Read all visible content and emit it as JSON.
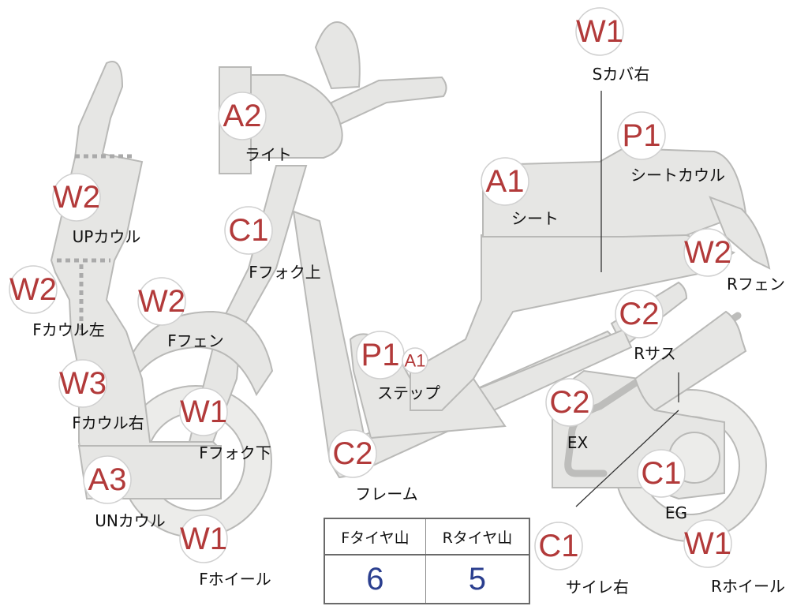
{
  "diagram": {
    "colors": {
      "part_fill": "#e6e6e4",
      "part_outline": "#b9b9b7",
      "code_text": "#b23a3a",
      "table_value": "#2b3f8f"
    },
    "parts": [
      {
        "code": "W1",
        "label": "Sカバ右"
      },
      {
        "code": "A2",
        "label": "ライト"
      },
      {
        "code": "P1",
        "label": "シートカウル"
      },
      {
        "code": "A1",
        "label": "シート"
      },
      {
        "code": "W2",
        "label": "UPカウル"
      },
      {
        "code": "C1",
        "label": "Fフォク上"
      },
      {
        "code": "W2",
        "label": "Fカウル左"
      },
      {
        "code": "W2",
        "label": "Fフェン"
      },
      {
        "code": "W2",
        "label": "Rフェン"
      },
      {
        "code": "C2",
        "label": "Rサス"
      },
      {
        "code": "P1",
        "code2": "A1",
        "label": "ステップ"
      },
      {
        "code": "W3",
        "label": "Fカウル右"
      },
      {
        "code": "W1",
        "label": "Fフォク下"
      },
      {
        "code": "C2",
        "label": "EX"
      },
      {
        "code": "C2",
        "label": "フレーム"
      },
      {
        "code": "A3",
        "label": "UNカウル"
      },
      {
        "code": "C1",
        "label": "EG"
      },
      {
        "code": "W1",
        "label": "Fホイール"
      },
      {
        "code": "C1",
        "label": "サイレ右"
      },
      {
        "code": "W1",
        "label": "Rホイール"
      }
    ]
  },
  "tread_table": {
    "headers": [
      "Fタイヤ山",
      "Rタイヤ山"
    ],
    "values": [
      "6",
      "5"
    ]
  }
}
